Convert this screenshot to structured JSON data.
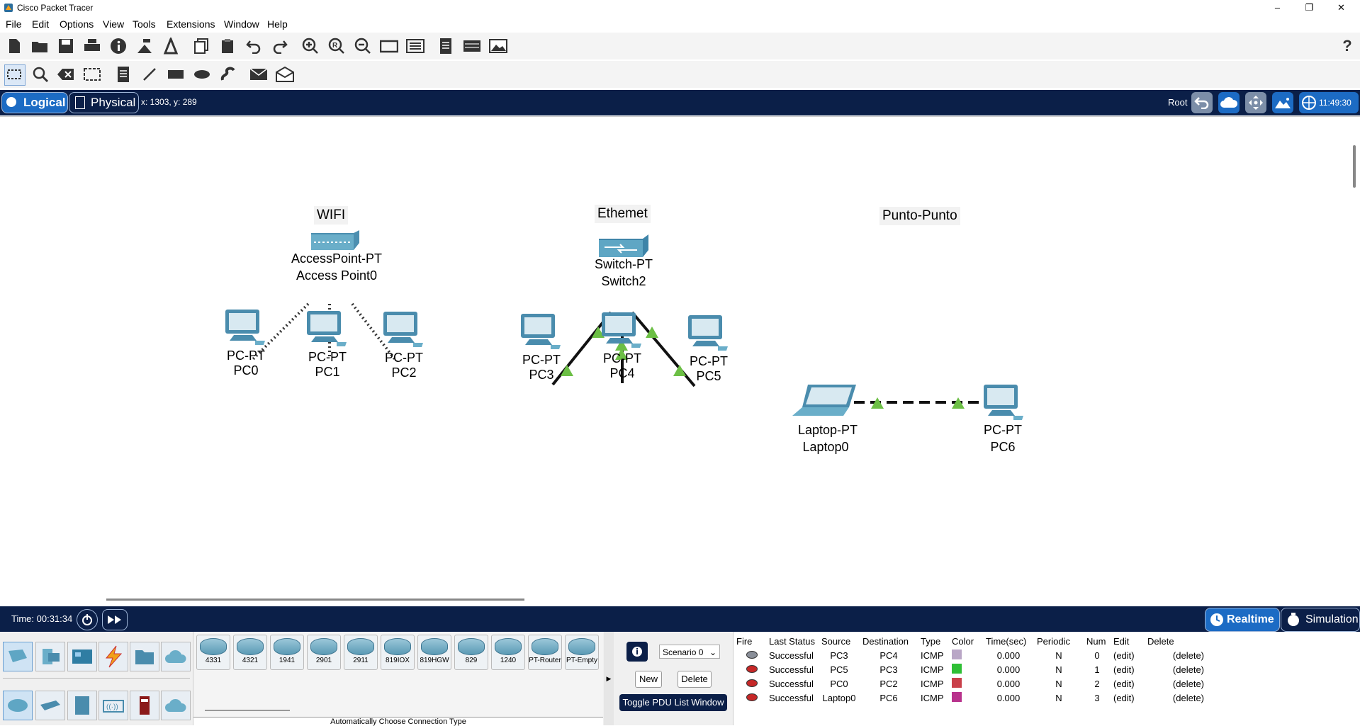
{
  "app": {
    "title": "Cisco Packet Tracer"
  },
  "menu": [
    "File",
    "Edit",
    "Options",
    "View",
    "Tools",
    "Extensions",
    "Window",
    "Help"
  ],
  "topbar": {
    "logical_label": "Logical",
    "physical_label": "Physical",
    "coords": "x: 1303, y: 289",
    "root_label": "Root",
    "clock": "11:49:30"
  },
  "groups": {
    "wifi": "WIFI",
    "ethernet": "Ethemet",
    "p2p": "Punto-Punto"
  },
  "devices": {
    "ap": {
      "type": "AccessPoint-PT",
      "name": "Access Point0"
    },
    "switch": {
      "type": "Switch-PT",
      "name": "Switch2"
    },
    "pc0": {
      "type": "PC-PT",
      "name": "PC0"
    },
    "pc1": {
      "type": "PC-PT",
      "name": "PC1"
    },
    "pc2": {
      "type": "PC-PT",
      "name": "PC2"
    },
    "pc3": {
      "type": "PC-PT",
      "name": "PC3"
    },
    "pc4": {
      "type": "PC-PT",
      "name": "PC4"
    },
    "pc5": {
      "type": "PC-PT",
      "name": "PC5"
    },
    "laptop": {
      "type": "Laptop-PT",
      "name": "Laptop0"
    },
    "pc6": {
      "type": "PC-PT",
      "name": "PC6"
    }
  },
  "timebar": {
    "time": "Time: 00:31:34",
    "realtime": "Realtime",
    "simulation": "Simulation"
  },
  "models": [
    "4331",
    "4321",
    "1941",
    "2901",
    "2911",
    "819IOX",
    "819HGW",
    "829",
    "1240",
    "PT-Router",
    "PT-Empty"
  ],
  "connection_hint": "Automatically Choose Connection Type",
  "scenario": {
    "selected": "Scenario 0",
    "new_label": "New",
    "delete_label": "Delete",
    "toggle_label": "Toggle PDU List Window"
  },
  "pdu_headers": [
    "Fire",
    "Last Status",
    "Source",
    "Destination",
    "Type",
    "Color",
    "Time(sec)",
    "Periodic",
    "Num",
    "Edit",
    "Delete"
  ],
  "pdu_rows": [
    {
      "status": "Successful",
      "source": "PC3",
      "dest": "PC4",
      "type": "ICMP",
      "color": "#b9a6c6",
      "time": "0.000",
      "periodic": "N",
      "num": "0",
      "edit": "(edit)",
      "delete": "(delete)"
    },
    {
      "status": "Successful",
      "source": "PC5",
      "dest": "PC3",
      "type": "ICMP",
      "color": "#2fbf35",
      "time": "0.000",
      "periodic": "N",
      "num": "1",
      "edit": "(edit)",
      "delete": "(delete)"
    },
    {
      "status": "Successful",
      "source": "PC0",
      "dest": "PC2",
      "type": "ICMP",
      "color": "#c9404a",
      "time": "0.000",
      "periodic": "N",
      "num": "2",
      "edit": "(edit)",
      "delete": "(delete)"
    },
    {
      "status": "Successful",
      "source": "Laptop0",
      "dest": "PC6",
      "type": "ICMP",
      "color": "#b8328c",
      "time": "0.000",
      "periodic": "N",
      "num": "3",
      "edit": "(edit)",
      "delete": "(delete)"
    }
  ],
  "colors": {
    "accent": "#0b1f48",
    "link_green": "#6cbf45"
  }
}
